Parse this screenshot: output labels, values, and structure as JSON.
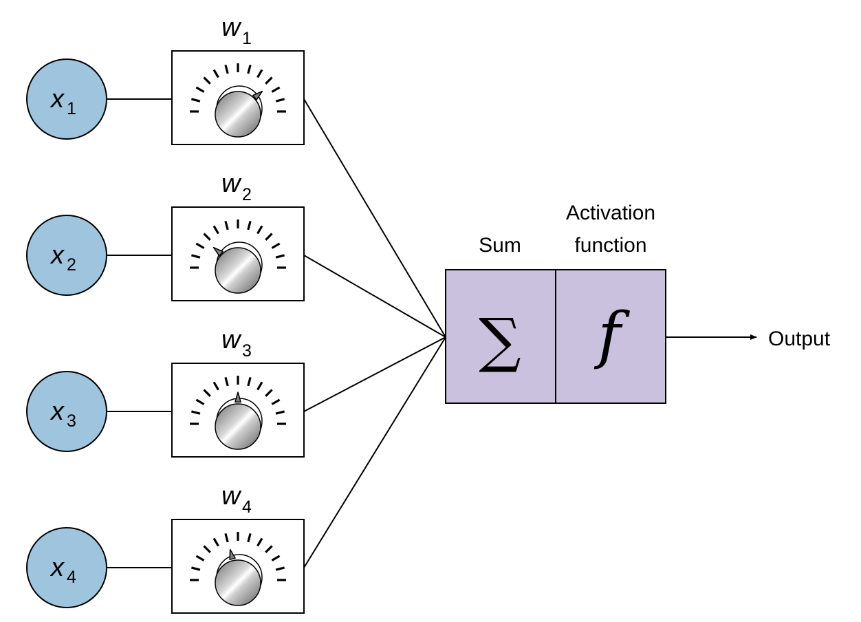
{
  "inputs": [
    {
      "var": "x",
      "sub": "1"
    },
    {
      "var": "x",
      "sub": "2"
    },
    {
      "var": "x",
      "sub": "3"
    },
    {
      "var": "x",
      "sub": "4"
    }
  ],
  "weights": [
    {
      "var": "w",
      "sub": "1",
      "dial_fraction": 0.78
    },
    {
      "var": "w",
      "sub": "2",
      "dial_fraction": 0.22
    },
    {
      "var": "w",
      "sub": "3",
      "dial_fraction": 0.5
    },
    {
      "var": "w",
      "sub": "4",
      "dial_fraction": 0.42
    }
  ],
  "sum": {
    "title": "Sum",
    "symbol": "∑"
  },
  "activation": {
    "title_line1": "Activation",
    "title_line2": "function",
    "symbol": "f"
  },
  "output": {
    "label": "Output"
  },
  "colors": {
    "input_fill": "#9ec5dd",
    "block_fill": "#c9c1dd",
    "stroke": "#000000"
  }
}
